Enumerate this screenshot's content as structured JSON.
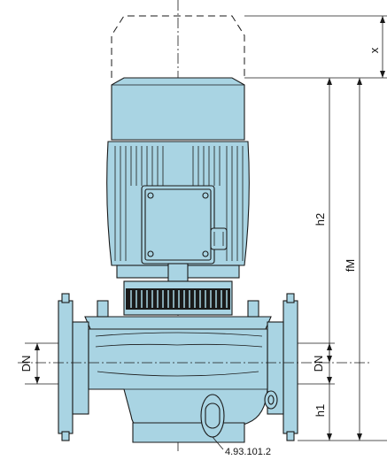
{
  "dimensions": {
    "x": "x",
    "fM": "fM",
    "h2": "h2",
    "h1": "h1",
    "dn_left": "DN",
    "dn_right": "DN"
  },
  "drawing_number": "4.93.101.2",
  "colors": {
    "body_fill": "#a9d4e3",
    "outline": "#1a1a1a"
  }
}
